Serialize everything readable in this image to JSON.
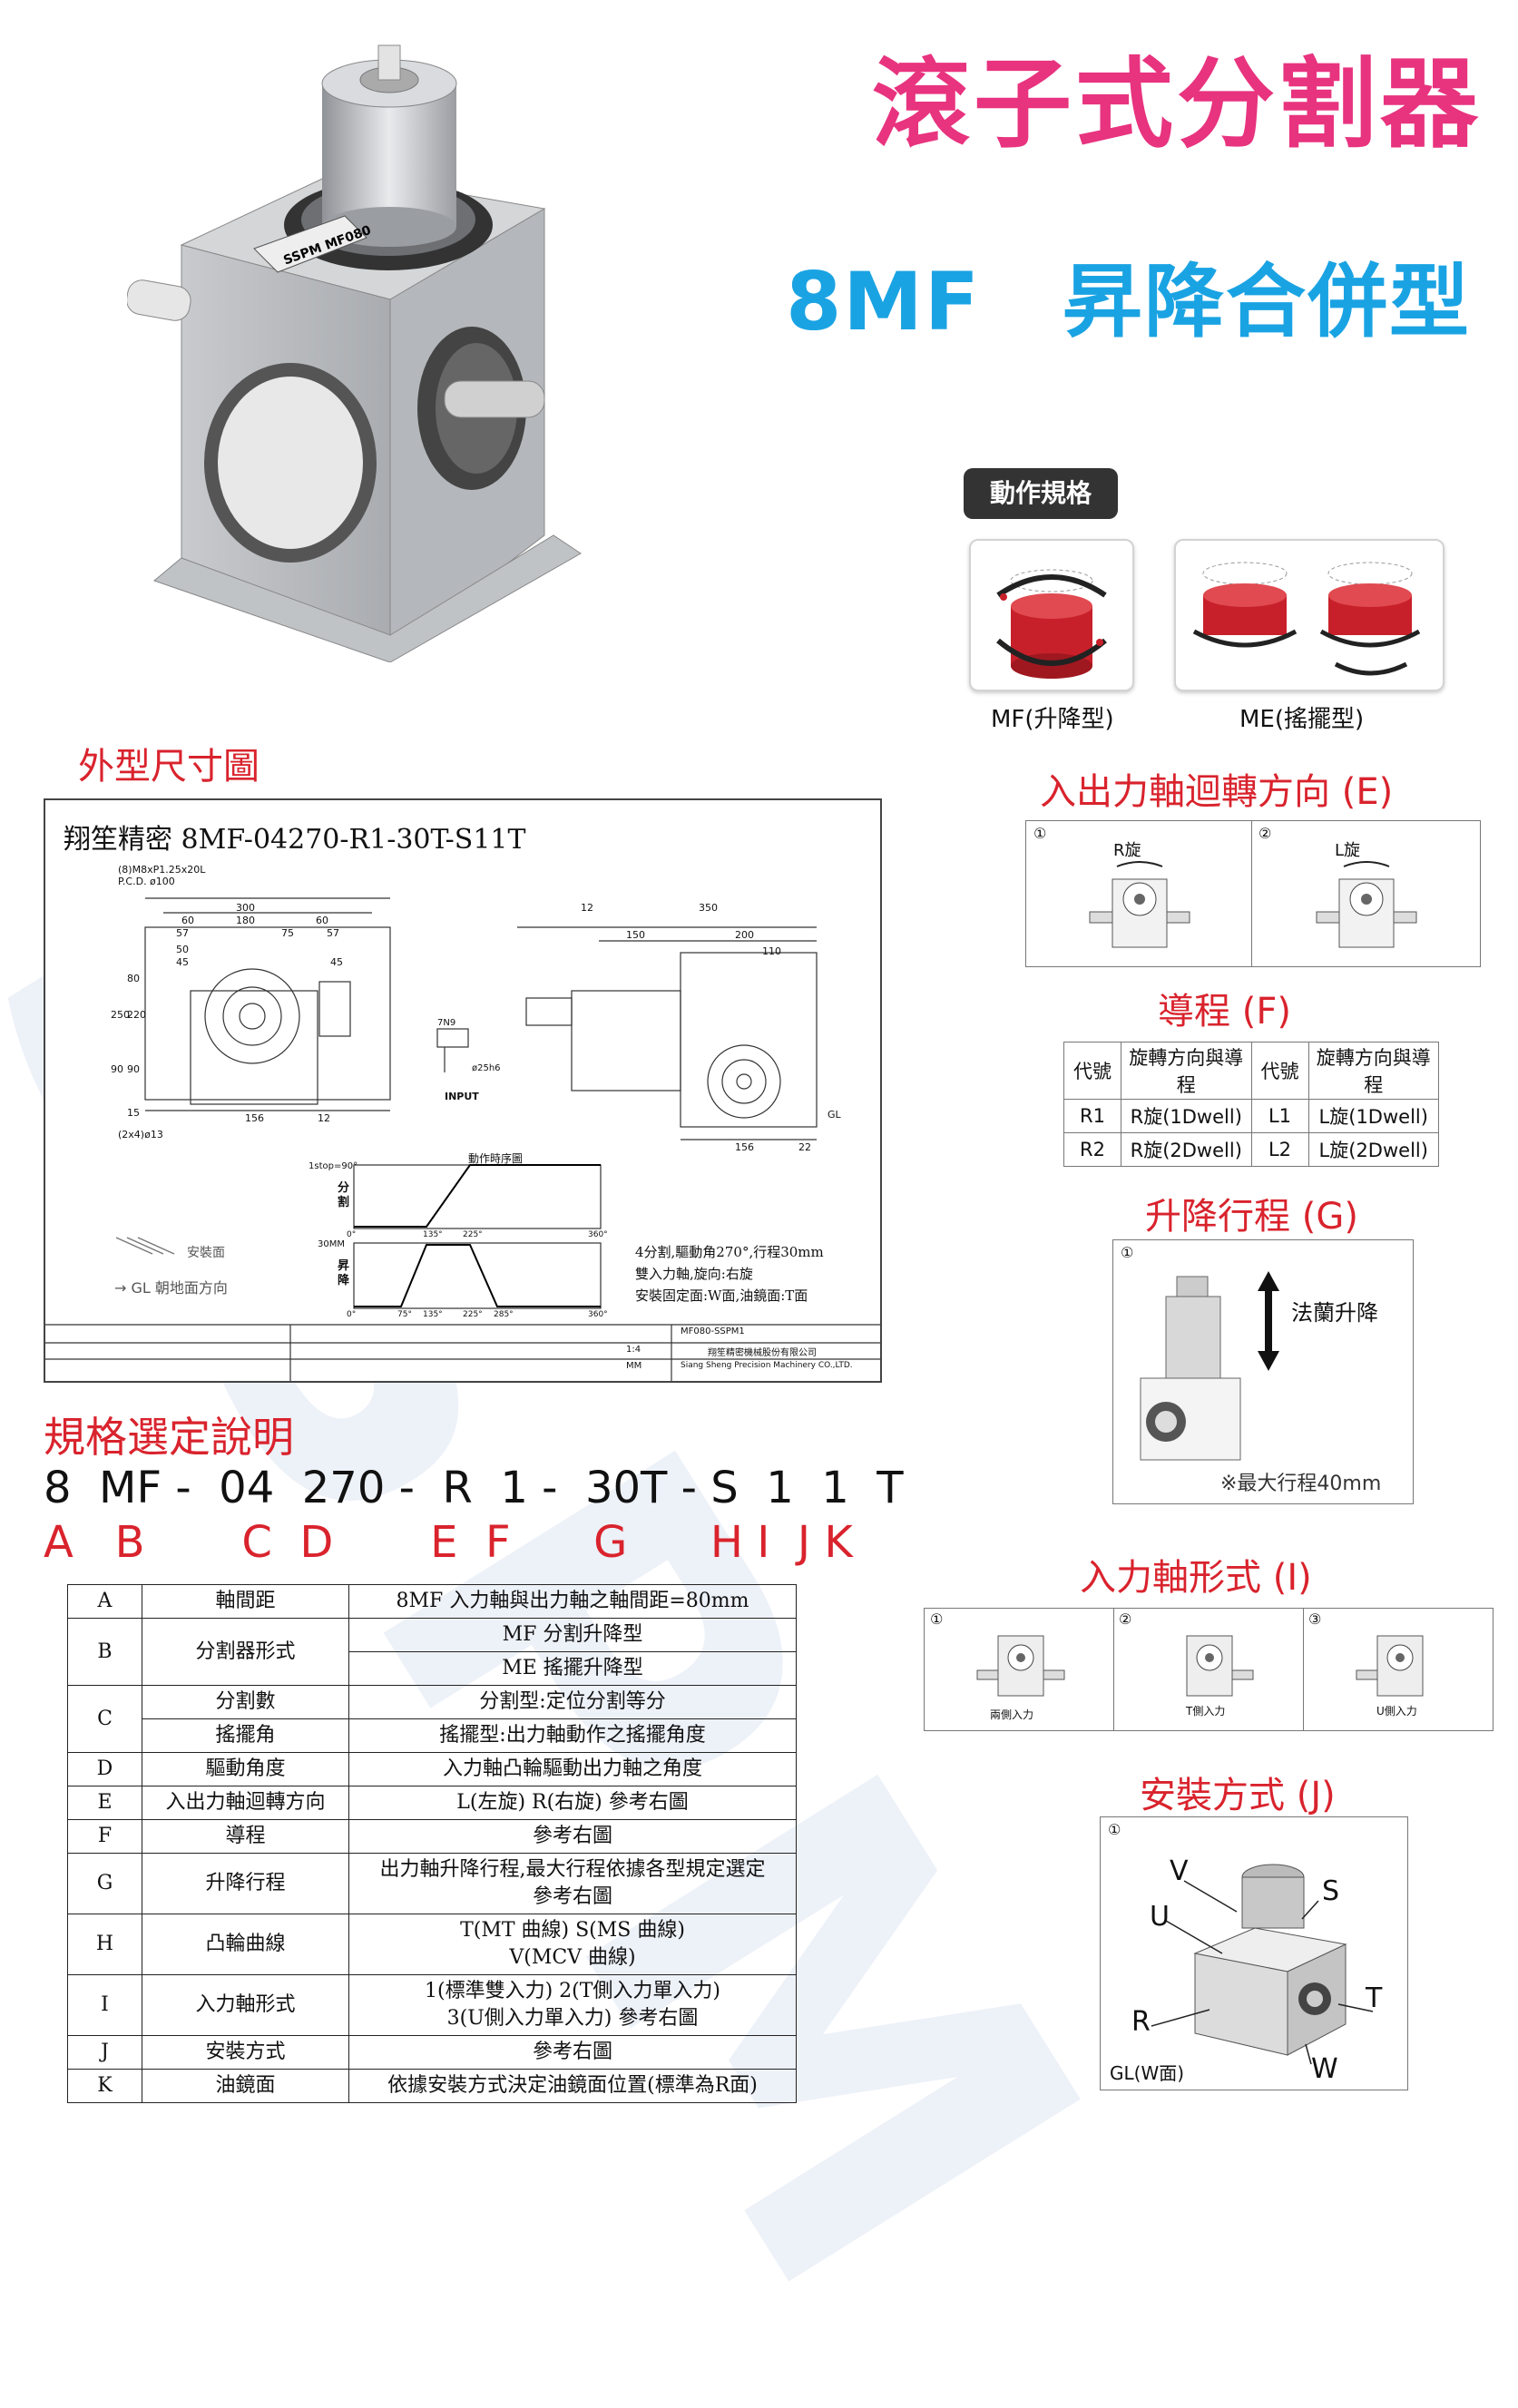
{
  "header": {
    "title": "滾子式分割器",
    "subtitle": "8MF　昇降合併型"
  },
  "product_label": "SSPM MF080",
  "motion": {
    "badge": "動作規格",
    "mf_caption": "MF(升降型)",
    "me_caption": "ME(搖擺型)"
  },
  "outline": {
    "heading": "外型尺寸圖",
    "drawing_title": "翔笙精密  8MF-04270-R1-30T-S11T",
    "notes": [
      "4分割,驅動角270°,行程30mm",
      "雙入力軸,旋向:右旋",
      "安裝固定面:W面,油鏡面:T面"
    ],
    "legend_mount": "安裝面",
    "legend_gl": "→ GL  朝地面方向",
    "timing_title": "動作時序圖",
    "timing_y1": "分割",
    "timing_y2": "昇降",
    "timing_1stop": "1stop=90°",
    "timing_30mm": "30MM",
    "input_label": "INPUT",
    "company": "翔笙精密機械股份有限公司",
    "company_en": "Siang Sheng Precision Machinery CO.,LTD.",
    "drawing_no": "MF080-SSPM1",
    "scale": "1:4",
    "unit": "MM",
    "dims_front": [
      "300",
      "180",
      "60",
      "60",
      "57",
      "75",
      "57",
      "50",
      "45",
      "45",
      "250",
      "220",
      "90",
      "80",
      "90",
      "15",
      "156",
      "12"
    ],
    "dims_side": [
      "12",
      "350",
      "150",
      "200",
      "110",
      "156",
      "22"
    ],
    "hole_note": "(8)M8xP1.25x20L",
    "pcd_note": "P.C.D. ø100",
    "foot_note": "(2x4)ø13",
    "gl": "GL",
    "keyway": "7N9",
    "shaft_dia": "ø25h6",
    "angle_135": "135°",
    "angle_225": "225°",
    "angle_360": "360°",
    "angle_75": "75°",
    "angle_285": "285°",
    "angle_0": "0°"
  },
  "spec": {
    "heading": "規格選定說明",
    "code": "8  MF -  04  270 -  R  1 -  30T - S  1  1  T",
    "letters": "A   B       C  D       E  F      G      H I  J K",
    "rows": [
      {
        "key": "A",
        "name": "軸間距",
        "desc": "8MF 入力軸與出力軸之軸間距=80mm"
      },
      {
        "key": "B",
        "name": "分割器形式",
        "desc": "MF 分割升降型",
        "desc2": "ME 搖擺升降型"
      },
      {
        "key": "C",
        "name": "分割數",
        "desc": "分割型:定位分割等分",
        "name2": "搖擺角",
        "desc2": "搖擺型:出力軸動作之搖擺角度"
      },
      {
        "key": "D",
        "name": "驅動角度",
        "desc": "入力軸凸輪驅動出力軸之角度"
      },
      {
        "key": "E",
        "name": "入出力軸迴轉方向",
        "desc": "L(左旋) R(右旋)  參考右圖"
      },
      {
        "key": "F",
        "name": "導程",
        "desc": "參考右圖"
      },
      {
        "key": "G",
        "name": "升降行程",
        "desc": "出力軸升降行程,最大行程依據各型規定選定",
        "desc2": "參考右圖"
      },
      {
        "key": "H",
        "name": "凸輪曲線",
        "desc": "T(MT 曲線)          S(MS 曲線)",
        "desc2": "V(MCV 曲線)"
      },
      {
        "key": "I",
        "name": "入力軸形式",
        "desc": "1(標準雙入力)    2(T側入力單入力)",
        "desc2": "3(U側入力單入力)  參考右圖"
      },
      {
        "key": "J",
        "name": "安裝方式",
        "desc": "參考右圖"
      },
      {
        "key": "K",
        "name": "油鏡面",
        "desc": "依據安裝方式決定油鏡面位置(標準為R面)"
      }
    ]
  },
  "rotation": {
    "heading": "入出力軸迴轉方向 (E)",
    "p1_num": "①",
    "p1_label": "R旋",
    "p2_num": "②",
    "p2_label": "L旋"
  },
  "lead": {
    "heading": "導程 (F)",
    "headers": [
      "代號",
      "旋轉方向與導程",
      "代號",
      "旋轉方向與導程"
    ],
    "rows": [
      [
        "R1",
        "R旋(1Dwell)",
        "L1",
        "L旋(1Dwell)"
      ],
      [
        "R2",
        "R旋(2Dwell)",
        "L2",
        "L旋(2Dwell)"
      ]
    ]
  },
  "stroke": {
    "heading": "升降行程 (G)",
    "num": "①",
    "label": "法蘭升降",
    "note": "※最大行程40mm"
  },
  "input_shaft": {
    "heading": "入力軸形式 (I)",
    "items": [
      {
        "num": "①",
        "label": "兩側入力"
      },
      {
        "num": "②",
        "label": "T側入力"
      },
      {
        "num": "③",
        "label": "U側入力"
      }
    ]
  },
  "mounting": {
    "heading": "安裝方式 (J)",
    "num": "①",
    "faces": [
      "V",
      "U",
      "S",
      "R",
      "T",
      "W"
    ],
    "gl": "GL(W面)"
  },
  "colors": {
    "title": "#e8337f",
    "subtitle": "#1aa3e3",
    "section": "#d9232d"
  }
}
